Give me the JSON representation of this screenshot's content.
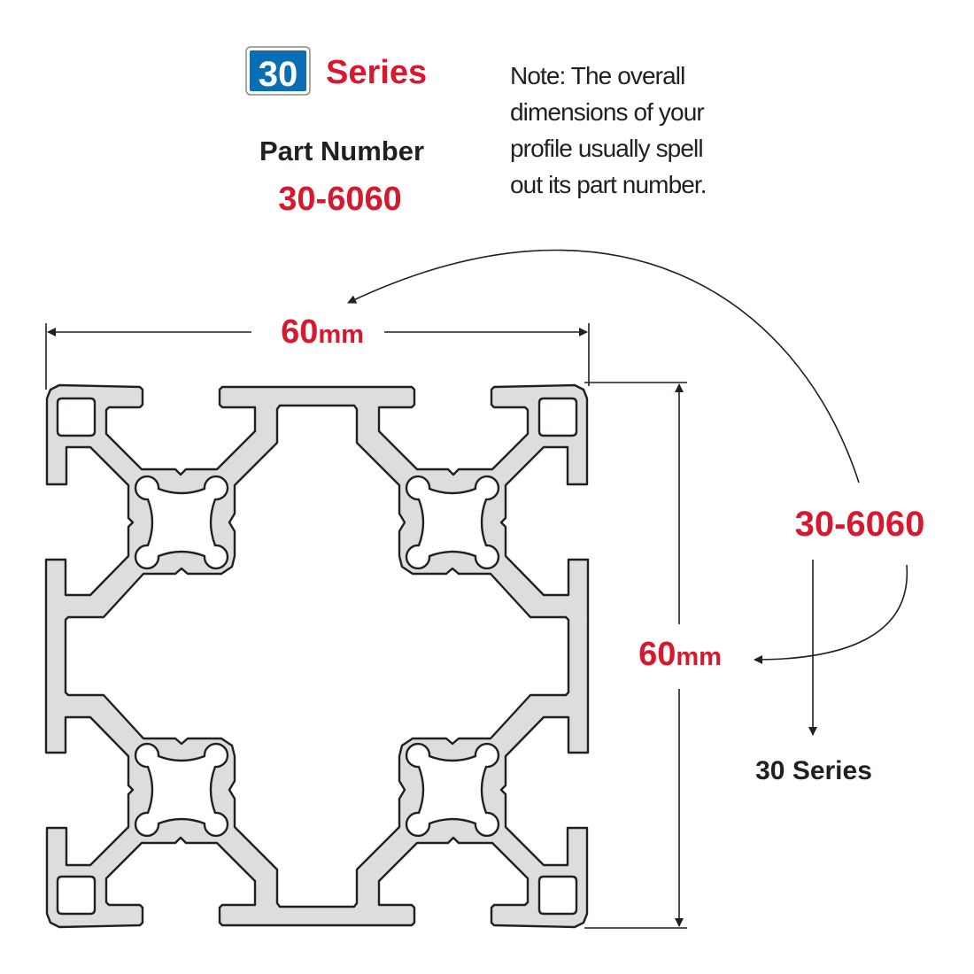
{
  "header": {
    "badge_number": "30",
    "series_label": "Series",
    "part_number_label": "Part Number",
    "part_number": "30-6060"
  },
  "note": {
    "lines": [
      "Note: The overall",
      "dimensions of your",
      "profile usually spell",
      "out its part number."
    ]
  },
  "dimensions": {
    "width_value": "60",
    "width_unit": "mm",
    "height_value": "60",
    "height_unit": "mm"
  },
  "callout": {
    "part_number": "30-6060",
    "series_label": "30 Series"
  },
  "colors": {
    "accent_red": "#d7192f",
    "badge_blue": "#0a6eb4",
    "profile_fill": "#dcdddc",
    "ink": "#231f20"
  }
}
